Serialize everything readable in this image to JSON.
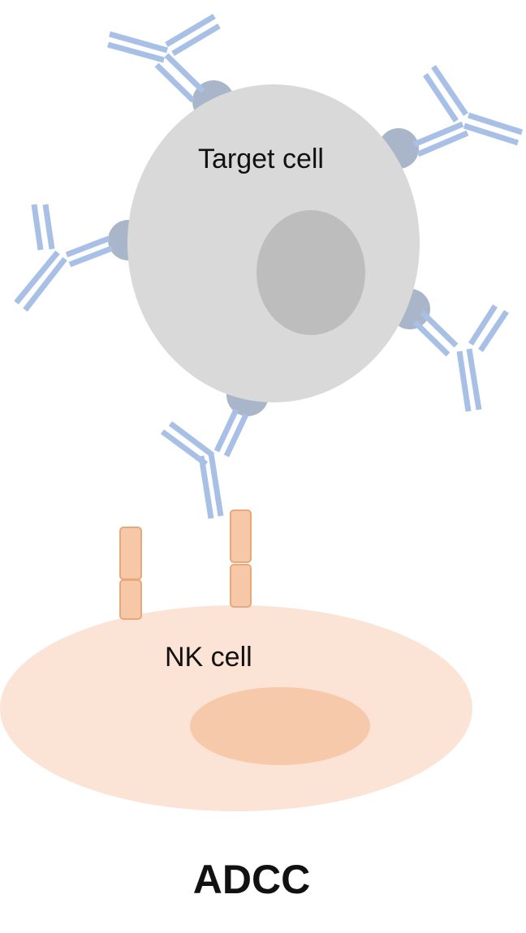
{
  "target_cell": {
    "label": "Target cell",
    "color": "#d9d9d9",
    "nucleus_color": "#bdbdbd",
    "antigen_color": "#a9b6c9"
  },
  "nk_cell": {
    "label": "NK cell",
    "color": "#fbe3d5",
    "nucleus_color": "#f7c9ab",
    "receptor_color": "#f6c8a8",
    "receptor_border": "#eaa87a"
  },
  "antibody": {
    "color": "#a9c0e6"
  },
  "title": "ADCC"
}
